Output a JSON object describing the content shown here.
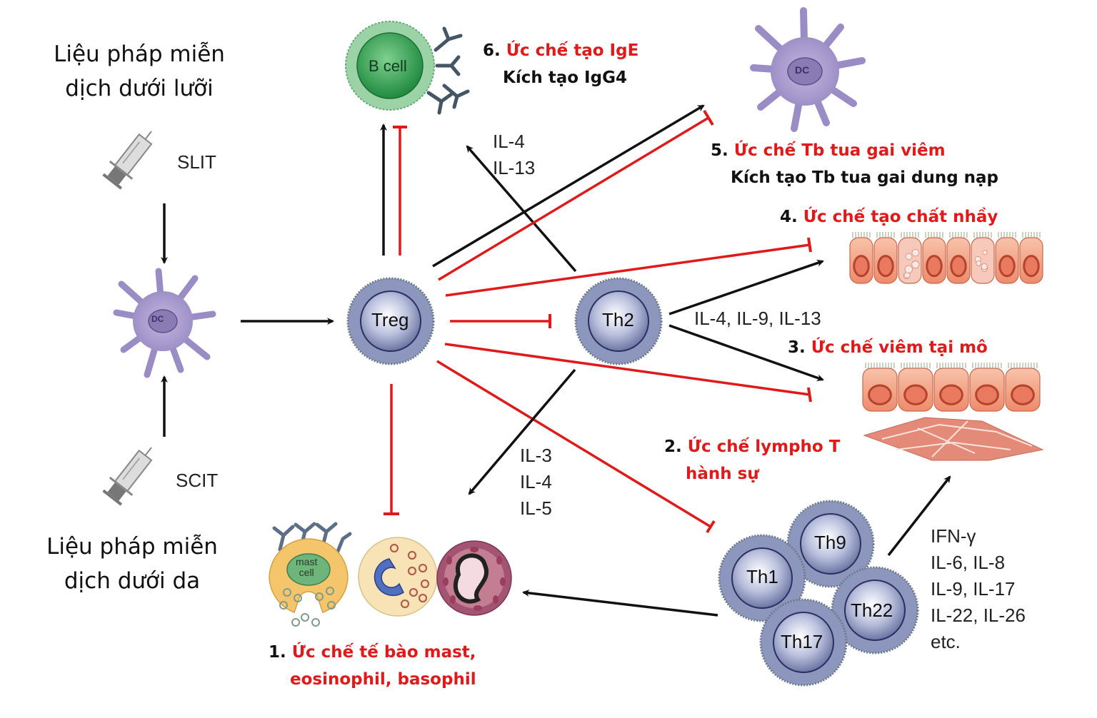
{
  "colors": {
    "inhibit": "#e01a1a",
    "activate": "#111111",
    "t_cell": "#8d97bd",
    "b_cell": "#2e9a4e",
    "dendritic_cell": "#a496c8",
    "tissue": "#f0957a"
  },
  "therapies": {
    "slit_title_line1": "Liệu pháp miễn",
    "slit_title_line2": "dịch dưới lưỡi",
    "slit_label": "SLIT",
    "scit_label": "SCIT",
    "scit_title_line1": "Liệu pháp miễn",
    "scit_title_line2": "dịch dưới da"
  },
  "cells": {
    "dc_left": "DC",
    "dc_top": "DC",
    "b_cell": "B cell",
    "treg": "Treg",
    "th2": "Th2",
    "th1": "Th1",
    "th9": "Th9",
    "th17": "Th17",
    "th22": "Th22",
    "mast_line1": "mast",
    "mast_line2": "cell"
  },
  "cytokines": {
    "b_cell_signal": [
      "IL-4",
      "IL-13"
    ],
    "tissue_signal": "IL-4, IL-9, IL-13",
    "granulocyte_signal": [
      "IL-3",
      "IL-4",
      "IL-5"
    ],
    "effector_signal": [
      "IFN-γ",
      "IL-6, IL-8",
      "IL-9, IL-17",
      "IL-22, IL-26",
      "etc."
    ]
  },
  "effects": [
    {
      "num": "1.",
      "text_red_line1": "Ức chế tế bào mast,",
      "text_red_line2": "eosinophil, basophil"
    },
    {
      "num": "2.",
      "text_red_line1": "Ức chế lympho T",
      "text_red_line2": "hành sự"
    },
    {
      "num": "3.",
      "text_red_line1": "Ức chế viêm tại mô"
    },
    {
      "num": "4.",
      "text_red_line1": "Ức chế tạo chất nhầy"
    },
    {
      "num": "5.",
      "text_red_line1": "Ức chế Tb tua gai viêm",
      "text_black_line2": "Kích tạo Tb tua gai dung nạp"
    },
    {
      "num": "6.",
      "text_red_line1": "Ức chế tạo IgE",
      "text_black_line2": "Kích tạo IgG4"
    }
  ]
}
